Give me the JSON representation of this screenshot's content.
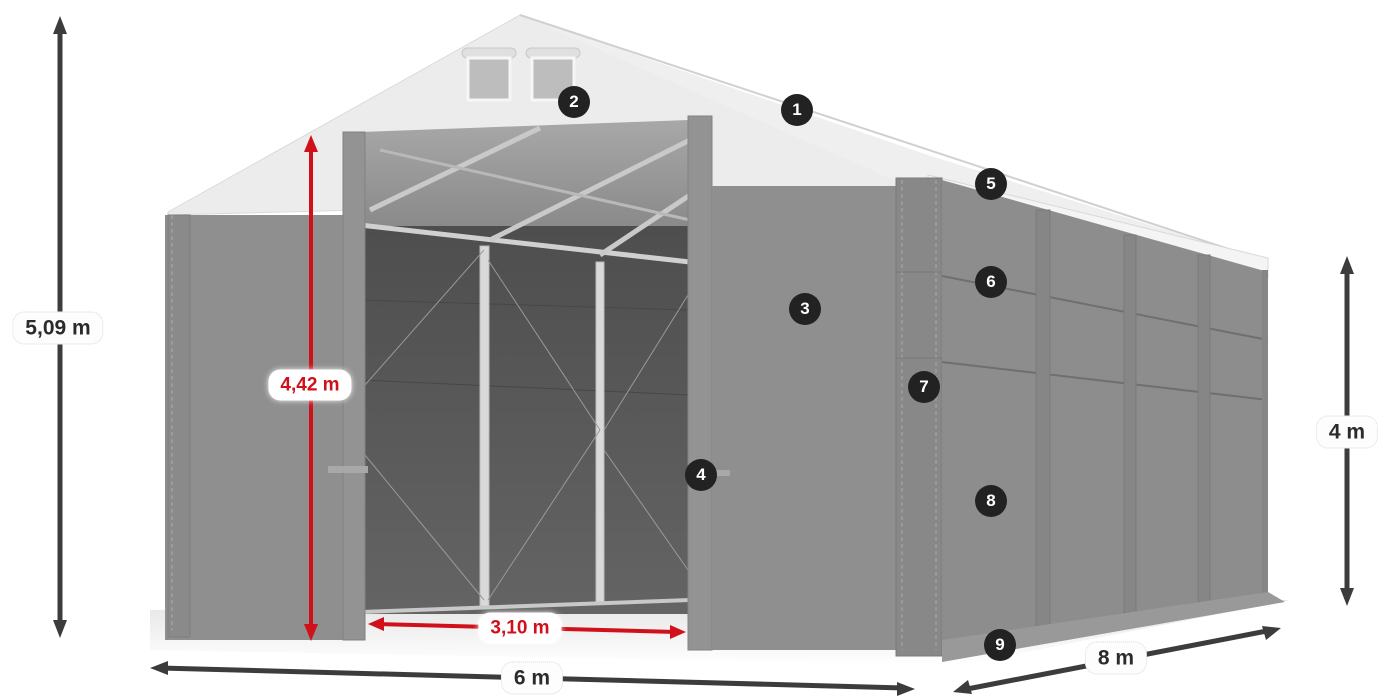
{
  "diagram": {
    "subject": "Storage tent with front door opening",
    "colors": {
      "roof": "#ececec",
      "wall": "#8e8e8e",
      "interior": "#5c5c5c",
      "frame": "#d4d4d4",
      "dimension_arrow": "#3c3c3c",
      "door_dimension_arrow": "#d0101a",
      "callout_bg": "#222222",
      "callout_text": "#ffffff"
    },
    "dimensions": {
      "total_height": "5,09 m",
      "door_height": "4,42 m",
      "door_width": "3,10 m",
      "width": "6 m",
      "length": "8 m",
      "side_height": "4 m"
    },
    "callouts": [
      {
        "number": "1",
        "part": "roof"
      },
      {
        "number": "2",
        "part": "gable-vent-windows"
      },
      {
        "number": "3",
        "part": "front-wall"
      },
      {
        "number": "4",
        "part": "door-curtain"
      },
      {
        "number": "5",
        "part": "roof-edge"
      },
      {
        "number": "6",
        "part": "upper-side-panel"
      },
      {
        "number": "7",
        "part": "corner-post"
      },
      {
        "number": "8",
        "part": "side-wall-panel"
      },
      {
        "number": "9",
        "part": "ground-skirt"
      }
    ]
  }
}
